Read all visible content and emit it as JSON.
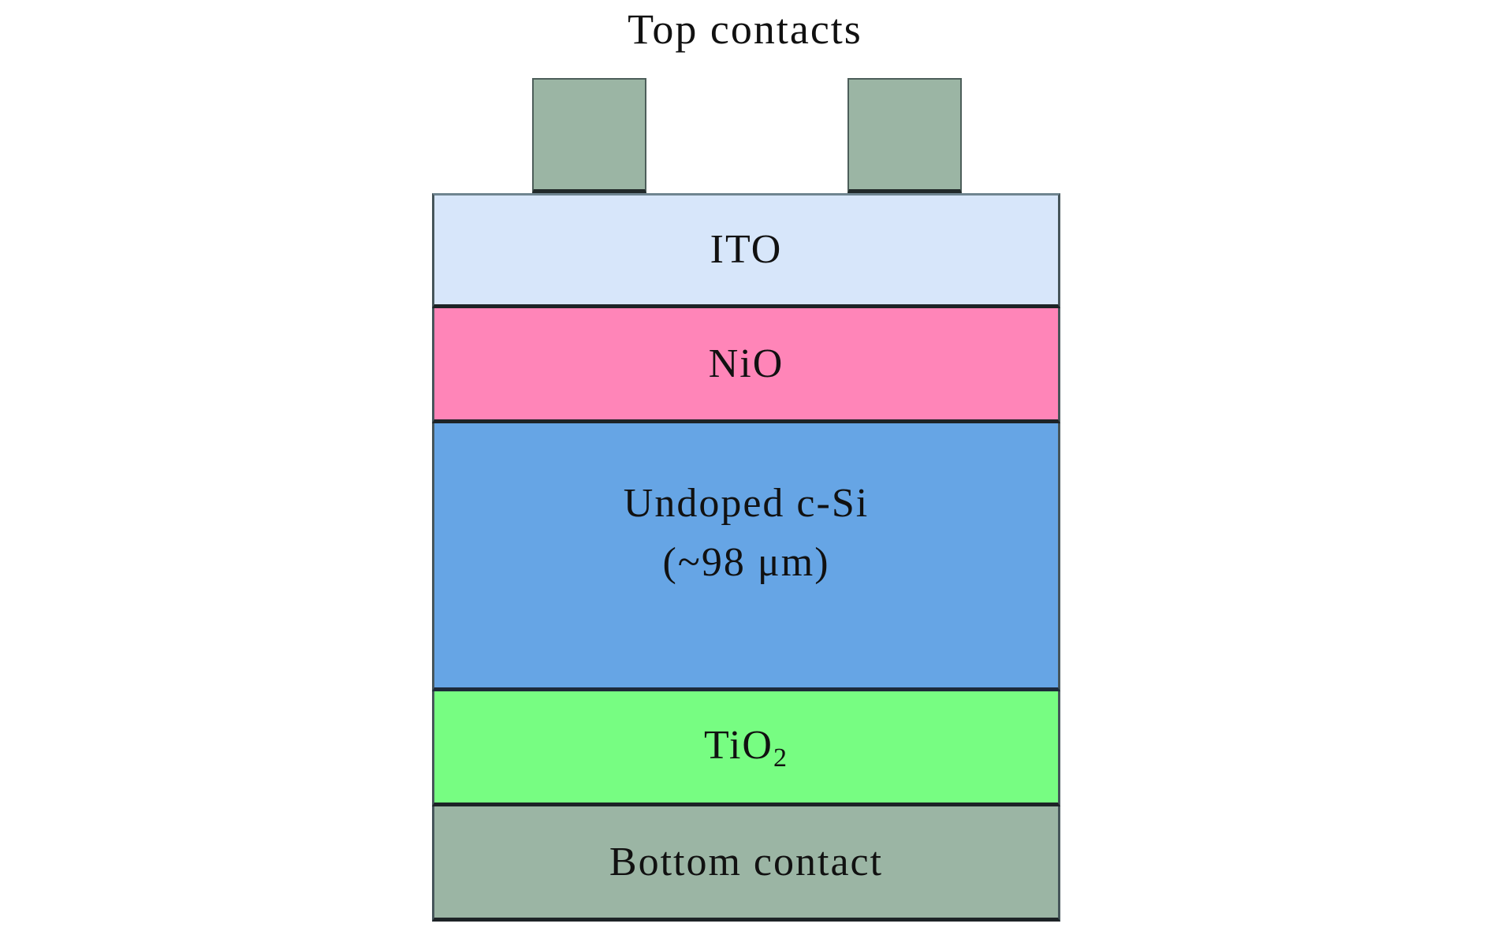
{
  "title": "Top contacts",
  "layers": [
    {
      "label": "ITO",
      "color": "#d7e6fa"
    },
    {
      "label": "NiO",
      "color": "#ff85b8"
    },
    {
      "label": "Undoped c-Si",
      "sublabel": "(~98 μm)",
      "color": "#66a5e5"
    },
    {
      "label": "TiO",
      "subscript": "2",
      "color": "#77fd82"
    },
    {
      "label": "Bottom contact",
      "color": "#9bb5a4"
    }
  ],
  "contact_color": "#9bb5a4"
}
